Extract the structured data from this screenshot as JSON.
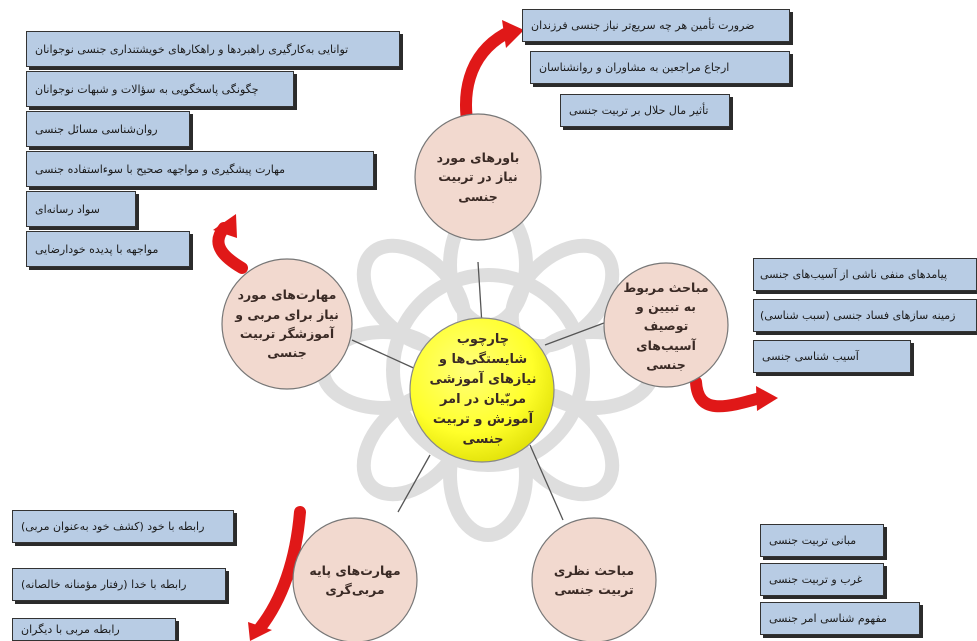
{
  "center": {
    "label": "چارچوب شایستگی‌ها و نیازهای آموزشی مربّیان در امر آموزش و تربیت جنسی"
  },
  "nodes": {
    "beliefs": {
      "label": "باورهای مورد نیاز در تربیت جنسی",
      "items": [
        "ضرورت تأمین هر چه سریع‌تر نیاز جنسی فرزندان",
        "ارجاع مراجعین به مشاوران و روانشناسان",
        "تأثیر مال حلال بر تربیت جنسی"
      ]
    },
    "harms": {
      "label": "مباحث مربوط به تبیین و توصیف آسیب‌های جنسی",
      "items": [
        "پیامدهای منفی ناشی از آسیب‌های جنسی",
        "زمینه سازهای فساد جنسی (سبب شناسی)",
        "آسیب شناسی جنسی"
      ]
    },
    "theory": {
      "label": "مباحث نظری تربیت جنسی",
      "items": [
        "مبانی تربیت جنسی",
        "غرب و تربیت جنسی",
        "مفهوم شناسی امر جنسی"
      ]
    },
    "basic": {
      "label": "مهارت‌های پایه مربی‌گری",
      "items": [
        "رابطه  با خود (کشف خود به‌عنوان مربی)",
        "رابطه با خدا (رفتار مؤمنانه خالصانه)",
        "رابطه مربی با دیگران"
      ]
    },
    "skills": {
      "label": "مهارت‌های مورد نیاز برای مربی و آموزشگر تربیت جنسی",
      "items": [
        "توانایی به‌کارگیری راهبردها و راهکارهای خویشتنداری جنسی نوجوانان",
        "چگونگی پاسخگویی به سؤالات و شبهات نوجوانان",
        "روان‌شناسی مسائل جنسی",
        "مهارت پیشگیری و مواجهه صحیح با سوءاستفاده جنسی",
        "سواد رسانه‌ای",
        "مواجهه با پدیده خودارضایی"
      ]
    }
  },
  "colors": {
    "center_fill": "#ffff2a",
    "node_fill": "#f2d9cf",
    "box_fill": "#b8cce4",
    "arrow": "#e01818",
    "watermark": "#d4d4d4"
  }
}
